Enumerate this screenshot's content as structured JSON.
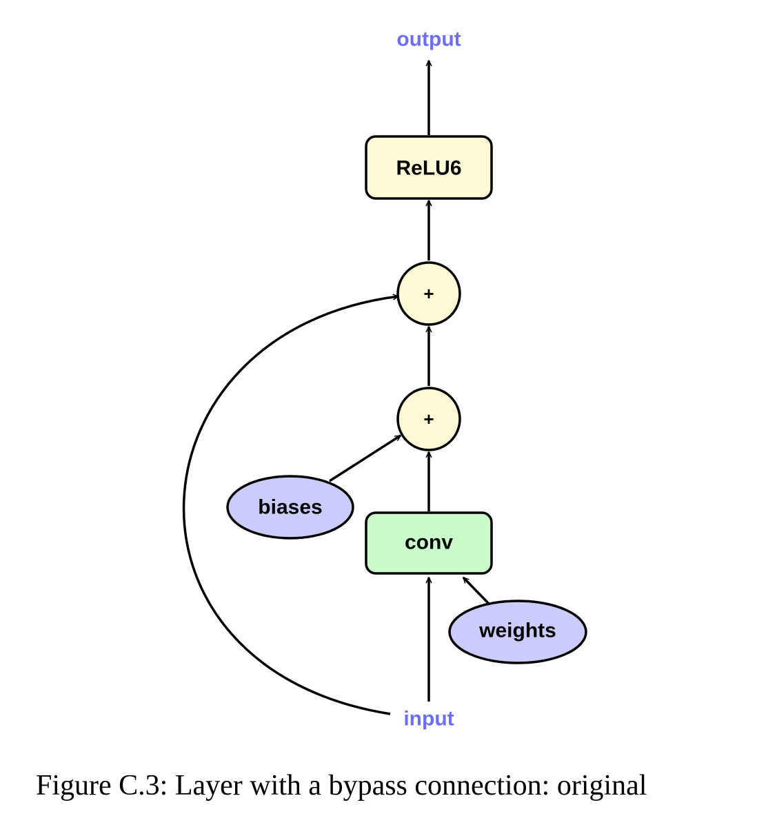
{
  "nodes": {
    "output": {
      "label": "output"
    },
    "relu": {
      "label": "ReLU6"
    },
    "add_top": {
      "label": "+"
    },
    "add_bottom": {
      "label": "+"
    },
    "biases": {
      "label": "biases"
    },
    "conv": {
      "label": "conv"
    },
    "weights": {
      "label": "weights"
    },
    "input": {
      "label": "input"
    }
  },
  "edges": [
    {
      "from": "input",
      "to": "conv"
    },
    {
      "from": "weights",
      "to": "conv"
    },
    {
      "from": "conv",
      "to": "add_bottom"
    },
    {
      "from": "biases",
      "to": "add_bottom"
    },
    {
      "from": "add_bottom",
      "to": "add_top"
    },
    {
      "from": "input",
      "to": "add_top",
      "style": "bypass-curve"
    },
    {
      "from": "add_top",
      "to": "relu"
    },
    {
      "from": "relu",
      "to": "output"
    }
  ],
  "colors": {
    "io_text": "#6e6ef5",
    "relu_fill": "#fdfbd6",
    "add_fill": "#fdfbd6",
    "conv_fill": "#cafccb",
    "param_fill": "#cbcbfc",
    "stroke": "#000000"
  },
  "caption": "Figure C.3: Layer with a bypass connection: original"
}
